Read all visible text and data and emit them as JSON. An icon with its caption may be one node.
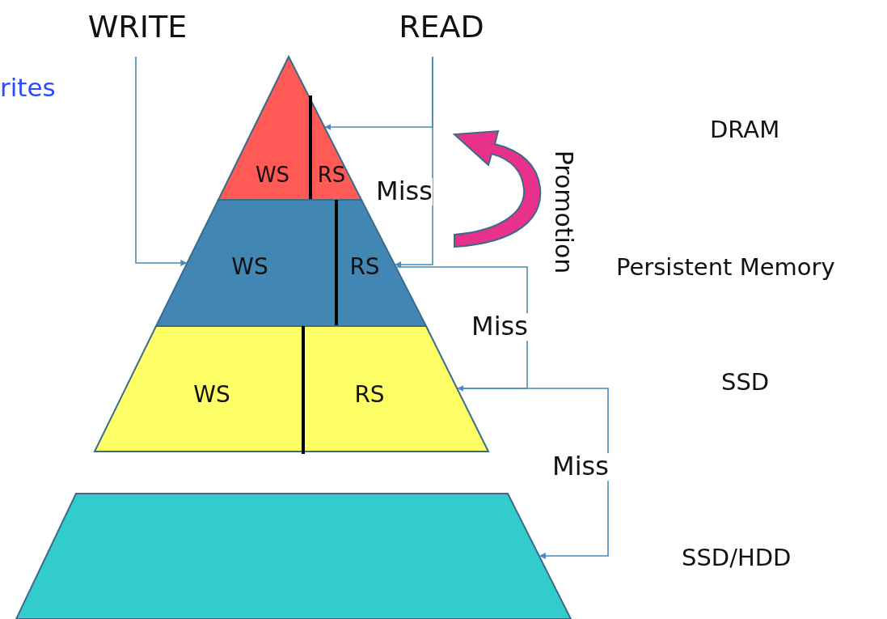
{
  "diagram": {
    "nodes": [
      {
        "text": [
          "WRITE"
        ]
      },
      {
        "text": [
          "READ"
        ]
      },
      {
        "text": [
          "WS",
          "RS"
        ]
      },
      {
        "text": [
          "WS",
          "RS"
        ]
      },
      {
        "text": [
          "WS",
          "RS"
        ]
      },
      {
        "text": [],
        "shape": "trapezoid"
      }
    ],
    "edges": [
      {
        "from": 0,
        "to": 3,
        "arrow": "to"
      },
      {
        "from": 1,
        "to": 2,
        "arrow": "to"
      },
      {
        "from": 1,
        "to": 3,
        "arrow": "to",
        "label": "Miss"
      },
      {
        "from": 3,
        "to": 4,
        "arrow": "to",
        "label": "Miss"
      },
      {
        "from": 4,
        "to": 5,
        "arrow": "to",
        "label": "Miss"
      }
    ],
    "labels": [
      "rites",
      "DRAM",
      "Promotion",
      "Persistent Memory",
      "SSD",
      "SSD/HDD"
    ]
  }
}
